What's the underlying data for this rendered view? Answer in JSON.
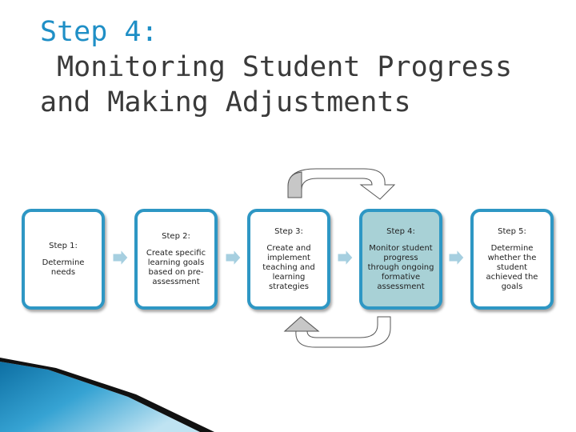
{
  "title": {
    "line1": "Step 4:",
    "line2": " Monitoring Student Progress",
    "line3": "and Making Adjustments"
  },
  "steps": [
    {
      "heading": "Step 1:",
      "body": "Determine needs"
    },
    {
      "heading": "Step 2:",
      "body": "Create specific learning goals based on pre-assessment"
    },
    {
      "heading": "Step 3:",
      "body": "Create and implement teaching and learning strategies"
    },
    {
      "heading": "Step 4:",
      "body": "Monitor student progress through ongoing formative assessment"
    },
    {
      "heading": "Step 5:",
      "body": "Determine whether the student achieved the goals"
    }
  ],
  "colors": {
    "title_accent": "#1f8fc6",
    "box_border": "#2e97c4",
    "active_fill": "#a8d1d6",
    "arrow_fill": "#a6cfe0"
  }
}
